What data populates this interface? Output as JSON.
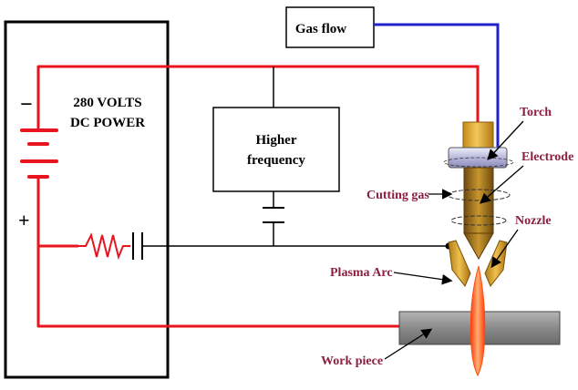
{
  "power_supply": {
    "line1": "280 VOLTS",
    "line2": "DC POWER",
    "minus": "−",
    "plus": "+"
  },
  "gas_flow": {
    "label": "Gas flow"
  },
  "hf_unit": {
    "line1": "Higher",
    "line2": "frequency"
  },
  "labels": {
    "torch": "Torch",
    "electrode": "Electrode",
    "cutting_gas": "Cutting gas",
    "nozzle": "Nozzle",
    "plasma_arc": "Plasma Arc",
    "work_piece": "Work piece"
  },
  "colors": {
    "wire_red": "#e8141e",
    "wire_blue": "#2222c8",
    "label": "#8b1f3f",
    "torch_gold": "#d9a22c",
    "electrode_brown": "#a8741f",
    "collar": "#c9c9e6",
    "flame": "#ff5a14",
    "work_piece": "#8e8e8e"
  }
}
